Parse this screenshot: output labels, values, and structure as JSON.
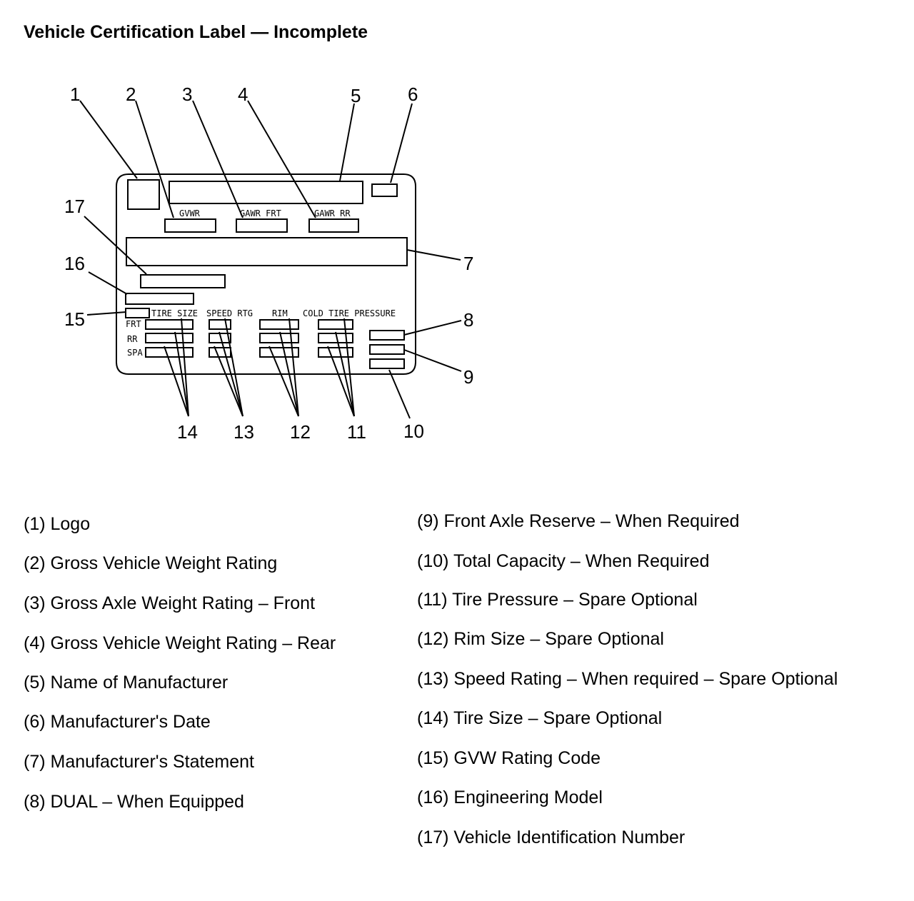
{
  "title": "Vehicle Certification Label — Incomplete",
  "label": {
    "gvwr": "GVWR",
    "gawr_frt": "GAWR FRT",
    "gawr_rr": "GAWR RR",
    "tire_size": "TIRE SIZE",
    "speed_rtg": "SPEED RTG",
    "rim": "RIM",
    "cold_tire_pressure": "COLD TIRE PRESSURE",
    "rows": [
      "FRT",
      "RR",
      "SPA"
    ]
  },
  "callouts": [
    "1",
    "2",
    "3",
    "4",
    "5",
    "6",
    "7",
    "8",
    "9",
    "10",
    "11",
    "12",
    "13",
    "14",
    "15",
    "16",
    "17"
  ],
  "legend_left": [
    "(1) Logo",
    "(2) Gross Vehicle Weight Rating",
    "(3) Gross Axle Weight Rating – Front",
    "(4) Gross Vehicle Weight Rating – Rear",
    "(5) Name of Manufacturer",
    "(6) Manufacturer's Date",
    "(7) Manufacturer's Statement",
    "(8) DUAL – When Equipped"
  ],
  "legend_right": [
    "(9) Front Axle Reserve – When Required",
    "(10) Total Capacity – When Required",
    "(11) Tire Pressure – Spare Optional",
    "(12) Rim Size – Spare Optional",
    "(13) Speed Rating – When required – Spare Optional",
    "(14) Tire Size – Spare Optional",
    "(15) GVW Rating Code",
    "(16) Engineering Model",
    "(17) Vehicle Identification Number"
  ]
}
